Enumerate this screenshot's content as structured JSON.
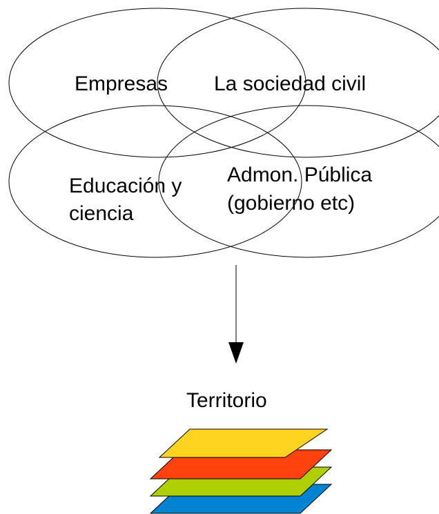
{
  "venn": {
    "empresas": "Empresas",
    "sociedad_civil": "La sociedad civil",
    "educacion_line1": "Educación y",
    "educacion_line2": "ciencia",
    "admon_line1": "Admon. Pública",
    "admon_line2": "(gobierno etc)"
  },
  "territory": {
    "label": "Territorio"
  },
  "colors": {
    "stroke": "#000000",
    "layer_yellow": "#FFD320",
    "layer_orange": "#FF420E",
    "layer_green": "#AECF00",
    "layer_blue": "#0084D1"
  }
}
